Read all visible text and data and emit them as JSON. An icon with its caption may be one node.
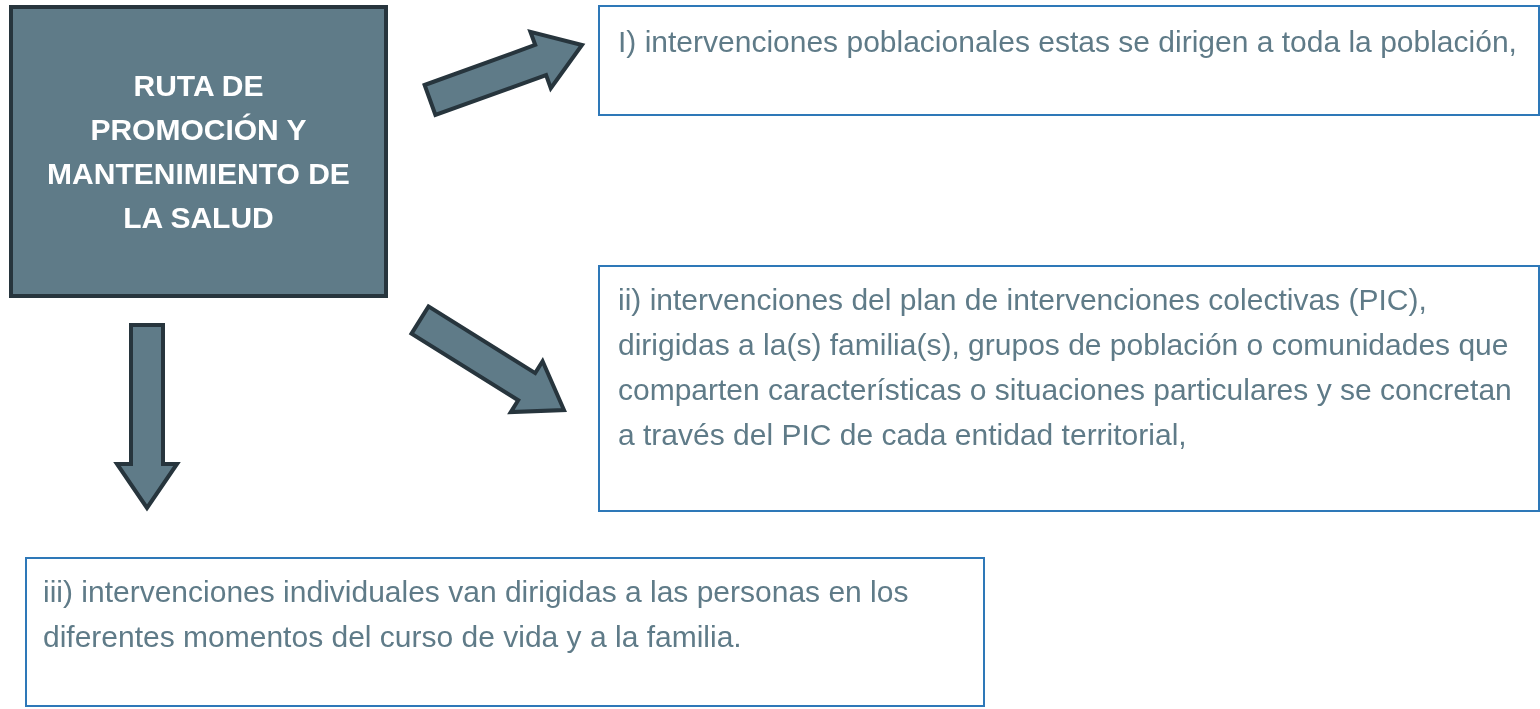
{
  "diagram": {
    "nodes": [
      {
        "text": [
          "RUTA DE PROMOCIÓN Y MANTENIMIENTO DE LA SALUD"
        ]
      },
      {
        "text": [
          "I) intervenciones poblacionales estas se dirigen a toda la población,"
        ]
      },
      {
        "text": [
          "ii) intervenciones del plan de intervenciones colectivas (PIC), dirigidas a la(s) familia(s), grupos de población o comunidades que comparten características o situaciones particulares y se concretan a través del PIC de cada entidad territorial,"
        ]
      },
      {
        "text": [
          "iii) intervenciones individuales van dirigidas a las personas en los diferentes momentos del curso de vida y a la familia."
        ]
      }
    ],
    "edges": [
      {
        "from": 0,
        "to": 1,
        "arrow": "to",
        "style": "thick"
      },
      {
        "from": 0,
        "to": 2,
        "arrow": "to",
        "style": "thick"
      },
      {
        "from": 0,
        "to": 3,
        "arrow": "to",
        "style": "thick"
      }
    ]
  }
}
